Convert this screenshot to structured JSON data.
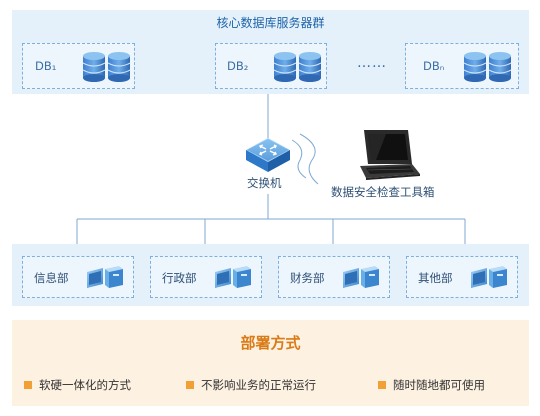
{
  "server_panel": {
    "title": "核心数据库服务器群",
    "databases": [
      "DB₁",
      "DB₂",
      "DBₙ"
    ],
    "ellipsis": "……"
  },
  "switch": {
    "label": "交换机",
    "icon": "switch-icon"
  },
  "inspection_tool": {
    "label": "数据安全检查工具箱",
    "icon": "laptop-icon"
  },
  "departments": [
    "信息部",
    "行政部",
    "财务部",
    "其他部"
  ],
  "deployment": {
    "title": "部署方式",
    "features": [
      "软硬一体化的方式",
      "不影响业务的正常运行",
      "随时随地都可使用"
    ]
  },
  "colors": {
    "panel_blue": "#e4f1fb",
    "panel_orange": "#fdf1e1",
    "accent_blue": "#1f63a8",
    "accent_orange": "#d97b16",
    "bullet": "#f0a035"
  }
}
